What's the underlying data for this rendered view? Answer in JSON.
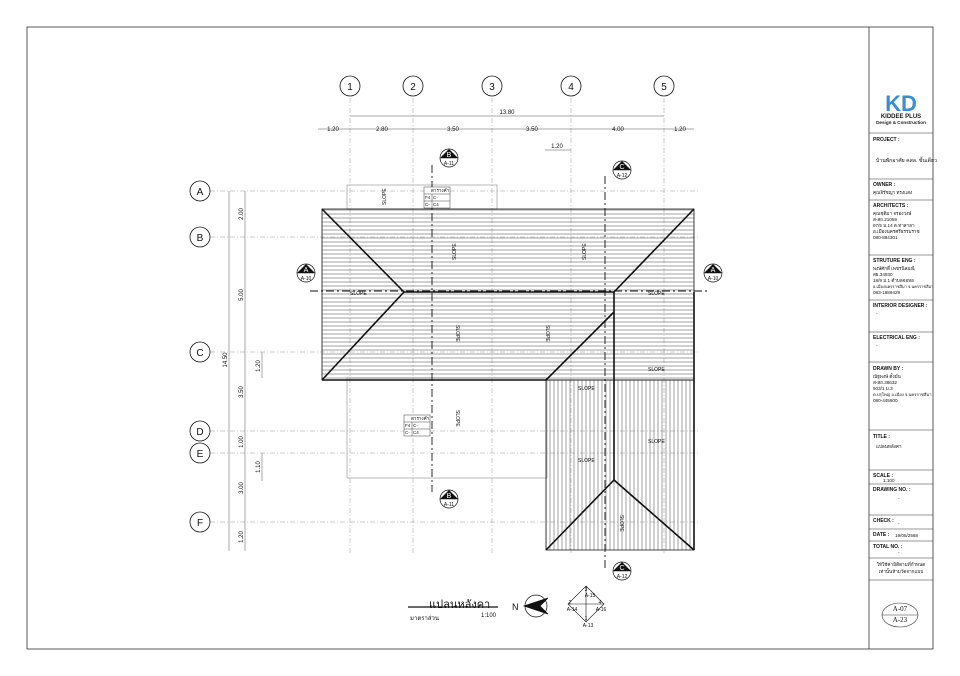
{
  "drawing": {
    "title": "แปลนหลังคา",
    "scale_label": "มาตราส่วน",
    "scale_value": "1:100",
    "slope_label": "SLOPE",
    "axes_x": [
      "1",
      "2",
      "3",
      "4",
      "5"
    ],
    "axes_y": [
      "A",
      "B",
      "C",
      "D",
      "E",
      "F"
    ],
    "dims_top_total": "13.80",
    "dims_top": [
      "1.20",
      "2.80",
      "3.50",
      "3.50",
      "4.00",
      "1.20"
    ],
    "dim_small": "1.20",
    "dims_left_total": "14.50",
    "dims_left": [
      "2.00",
      "5.00",
      "3.50",
      "1.00",
      "3.00",
      "1.20"
    ],
    "dims_left_inner": [
      "1.20",
      "1.10"
    ],
    "section_markers": [
      {
        "letter": "A",
        "ref": "A-10"
      },
      {
        "letter": "B",
        "ref": "A-11"
      },
      {
        "letter": "C",
        "ref": "A-12"
      }
    ],
    "elev_markers": [
      {
        "num": "3",
        "ref": "A-15"
      },
      {
        "num": "2",
        "ref": "A-14"
      },
      {
        "num": "4",
        "ref": "A-16"
      },
      {
        "num": "1",
        "ref": "A-13"
      }
    ],
    "schedule": {
      "head": "ตารางคำ",
      "r1a": "F4",
      "r1b": "C-",
      "r2a": "C-",
      "r2b": "C4"
    }
  },
  "title_block": {
    "logo": "KD",
    "company": "KIDDEE PLUS",
    "company_sub": "Design & Construction",
    "project_label": "PROJECT :",
    "project_value": "บ้านพักอาศัย คสล. ชั้นเดียว",
    "owner_label": "OWNER :",
    "owner_value": "คุณจิรัชญา  ทรงแสง",
    "architects_label": "ARCHITECTS :",
    "architects_lines": [
      "คุณชุติมา  จรองวงษ์",
      "ส-สถ.21059",
      "97/5 ม.14 ต.ทาสาลา",
      "อ.เมืองนครศรีธรรมราช",
      "080-894301"
    ],
    "structure_label": "STRUTURE ENG :",
    "structure_lines": [
      "พงษ์ศักดิ์  เพชรนิลมณี",
      "สย.34930",
      "18/9 ม.1 ตำบลจอหอ",
      "อ.เมืองนครราชสีมา จ.นครราชสีมา",
      "083-1689429"
    ],
    "interior_label": "INTERIOR DESIGNER :",
    "interior_value": "-",
    "electrical_label": "ELECTRICAL ENG :",
    "electrical_value": "-",
    "drawn_label": "DRAWN BY :",
    "drawn_lines": [
      "ณัฐพงษ์  ตั้งมั่น",
      "ส-สถ.36632",
      "503/1 ม.3",
      "ต.ปรุใหญ่ อ.เมือง จ.นครราชสีมา",
      "080-445600"
    ],
    "title_label": "TITLE :",
    "title_value": "แปลนหลังคา",
    "scale_label": "SCALE :",
    "scale_value": "1:100",
    "drawing_no_label": "DRAWING NO. :",
    "drawing_no_value": "-",
    "check_label": "CHECK :",
    "check_value": "-",
    "date_label": "DATE :",
    "date_value": "19/05/2568",
    "total_label": "TOTAL NO. :",
    "total_value": "-",
    "note_line1": "ให้ใช้ค่ามิติตามที่กำหนด",
    "note_line2": "เท่านั้นห้ามวัดจากแบบ",
    "sheet_no": "A-07",
    "sheet_total": "A-23"
  }
}
